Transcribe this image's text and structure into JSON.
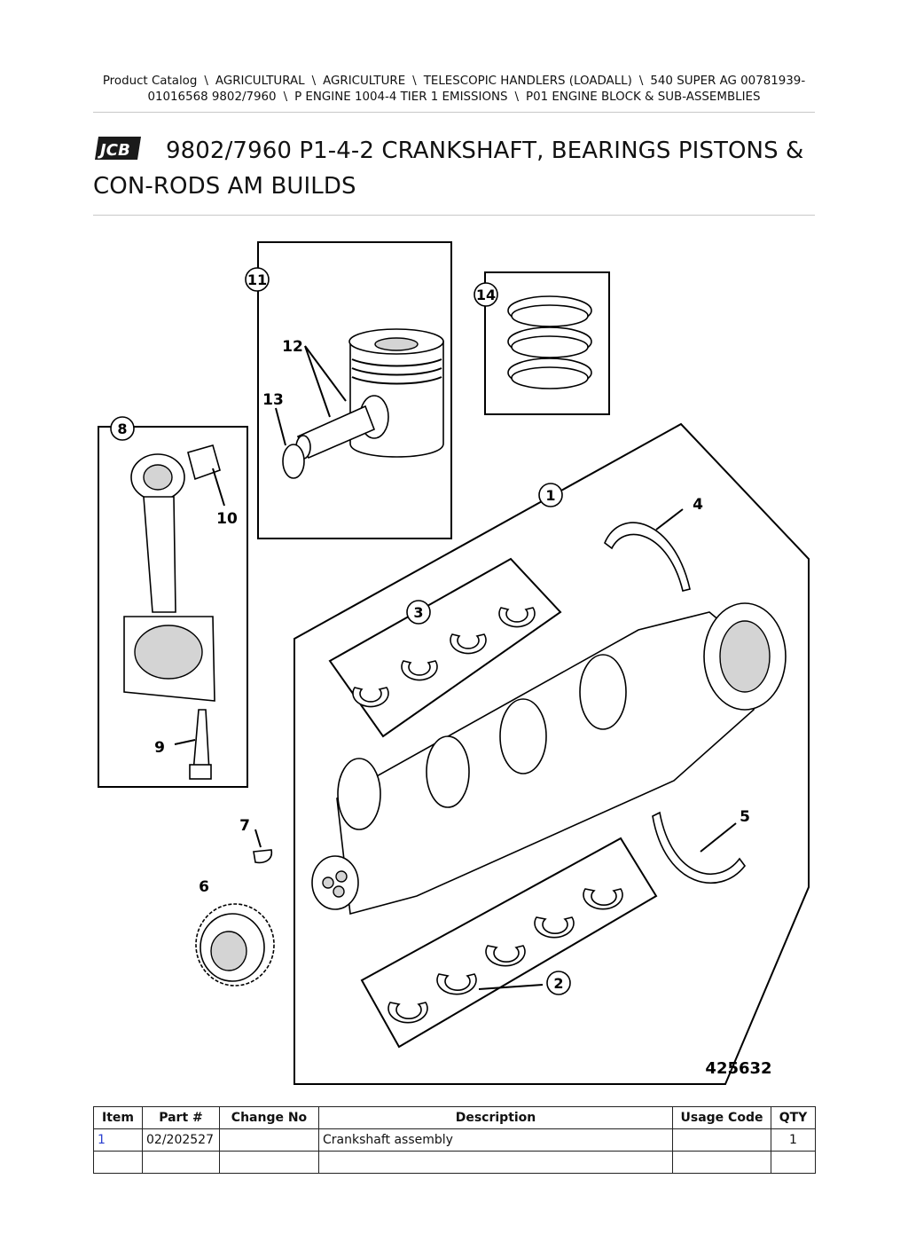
{
  "breadcrumb": [
    "Product Catalog",
    "AGRICULTURAL",
    "AGRICULTURE",
    "TELESCOPIC HANDLERS (LOADALL)",
    "540 SUPER AG 00781939-01016568 9802/7960",
    "P ENGINE 1004-4 TIER 1 EMISSIONS",
    "P01 ENGINE BLOCK & SUB-ASSEMBLIES"
  ],
  "breadcrumb_separator": "\\",
  "logo_text": "JCB",
  "title": "9802/7960 P1-4-2 CRANKSHAFT, BEARINGS PISTONS & CON-RODS AM BUILDS",
  "diagram": {
    "reference": "425632",
    "callouts": [
      "1",
      "2",
      "3",
      "4",
      "5",
      "6",
      "7",
      "8",
      "9",
      "10",
      "11",
      "12",
      "13",
      "14"
    ]
  },
  "table": {
    "headers": [
      "Item",
      "Part #",
      "Change No",
      "Description",
      "Usage Code",
      "QTY"
    ],
    "rows": [
      {
        "item": "1",
        "part": "02/202527",
        "change": "",
        "description": "Crankshaft assembly",
        "usage": "",
        "qty": "1"
      },
      {
        "item": "",
        "part": "",
        "change": "",
        "description": "",
        "usage": "",
        "qty": ""
      }
    ]
  }
}
